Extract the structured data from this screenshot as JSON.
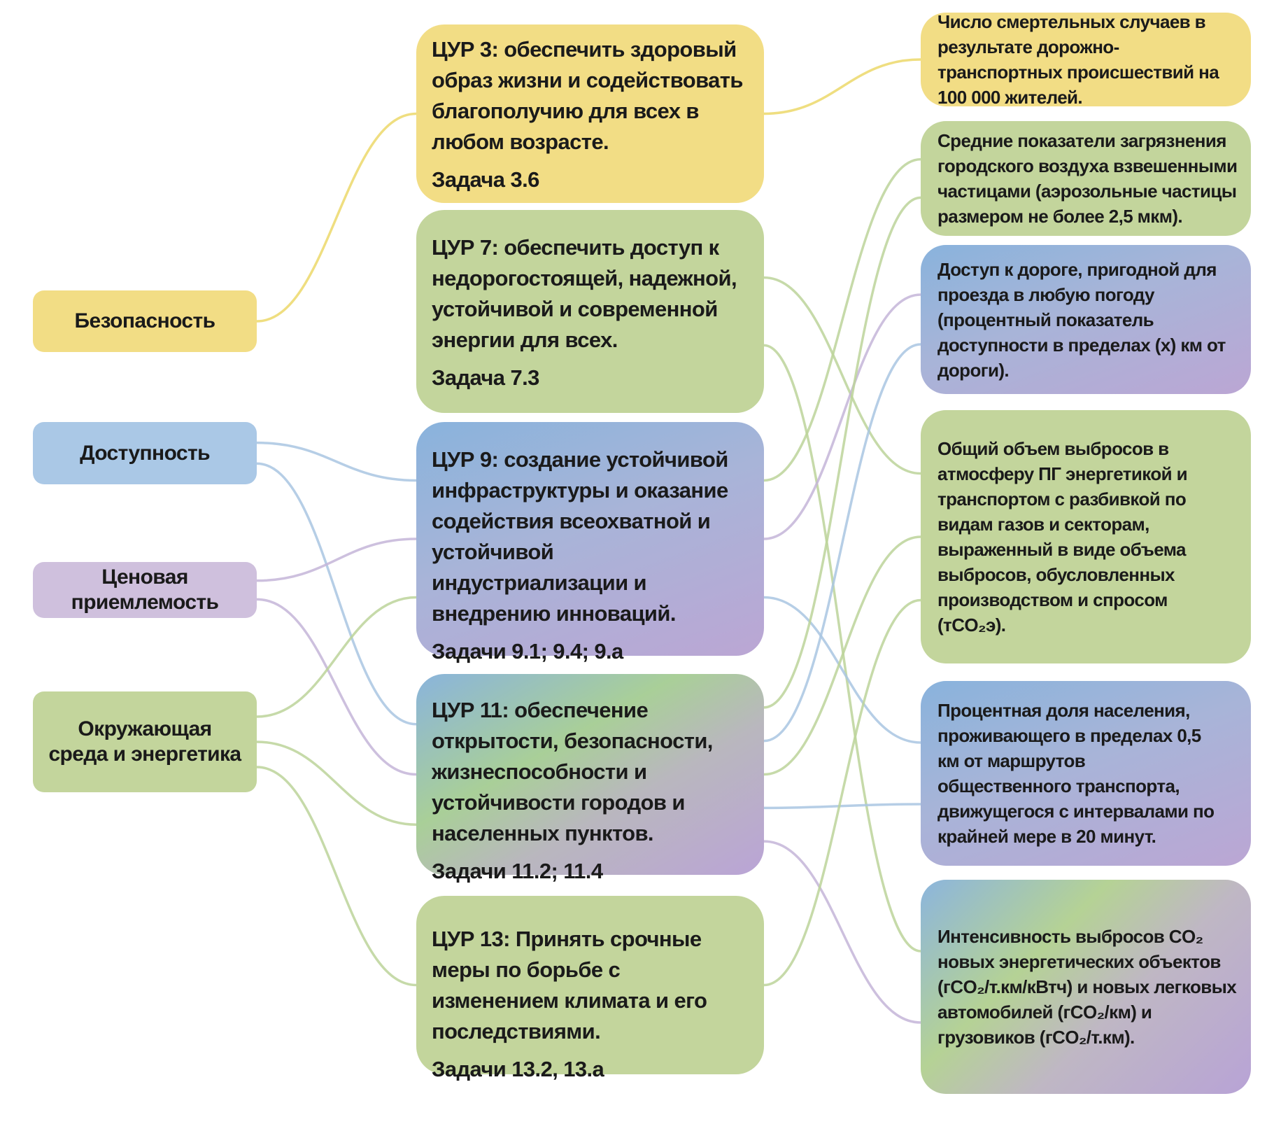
{
  "colors": {
    "yellow": "#f2dd85",
    "green": "#c3d59c",
    "blue": "#aac8e6",
    "purple": "#cfc0dd",
    "line_yellow": "#ecd86a",
    "line_green": "#bcd39a",
    "line_blue": "#a9c6e2",
    "line_purple": "#c4b5d8"
  },
  "criteria": [
    {
      "id": "safety",
      "label": "Безопасность"
    },
    {
      "id": "access",
      "label": "Доступность"
    },
    {
      "id": "price",
      "label": "Ценовая приемлемость"
    },
    {
      "id": "env",
      "label": "Окружающая среда и энергетика"
    }
  ],
  "goals": [
    {
      "id": "sdg3",
      "text": "ЦУР 3: обеспечить здоровый образ жизни и содействовать благополучию для всех в любом возрасте.",
      "task": "Задача 3.6"
    },
    {
      "id": "sdg7",
      "text": "ЦУР 7: обеспечить доступ к недорогостоящей, надежной, устойчивой и современной энергии для всех.",
      "task": "Задача 7.3"
    },
    {
      "id": "sdg9",
      "text": "ЦУР 9: создание устойчивой инфраструктуры и оказание содействия всеохватной и устойчивой индустриализации и внедрению инноваций.",
      "task": "Задачи 9.1; 9.4; 9.a"
    },
    {
      "id": "sdg11",
      "text": "ЦУР 11: обеспечение открытости, безопасности, жизнеспособности и устойчивости городов и населенных пунктов.",
      "task": "Задачи 11.2; 11.4"
    },
    {
      "id": "sdg13",
      "text": "ЦУР 13: Принять срочные меры по борьбе с изменением климата и его последствиями.",
      "task": "Задачи 13.2, 13.a"
    }
  ],
  "indicators": [
    {
      "id": "ind1",
      "text": "Число смертельных случаев в результате дорожно-транспортных происшествий на 100 000 жителей."
    },
    {
      "id": "ind2",
      "text": "Средние показатели загрязнения городского воздуха взвешенными частицами (аэрозольные частицы размером не более 2,5 мкм)."
    },
    {
      "id": "ind3",
      "text": "Доступ к дороге, пригодной для проезда в любую погоду (процентный показатель доступности в пределах (x) км от дороги)."
    },
    {
      "id": "ind4",
      "text": "Общий объем выбросов в атмосферу ПГ энергетикой и транспортом с разбивкой по видам газов и секторам, выраженный в виде объема выбросов, обусловленных производством и спросом (тCO₂э)."
    },
    {
      "id": "ind5",
      "text": "Процентная доля населения, проживающего в пределах 0,5 км от маршрутов общественного транспорта, движущегося с интервалами по крайней мере в 20 минут."
    },
    {
      "id": "ind6",
      "text": "Интенсивность выбросов CO₂ новых энергетических объектов (гCO₂/т.км/кВтч) и новых легковых автомобилей (гCO₂/км) и грузовиков (гCO₂/т.км)."
    }
  ],
  "links": [
    {
      "from": "safety",
      "to": "sdg3",
      "color": "line_yellow"
    },
    {
      "from": "access",
      "to": "sdg9",
      "color": "line_blue"
    },
    {
      "from": "access",
      "to": "sdg11",
      "color": "line_blue"
    },
    {
      "from": "price",
      "to": "sdg9",
      "color": "line_purple"
    },
    {
      "from": "price",
      "to": "sdg11",
      "color": "line_purple"
    },
    {
      "from": "env",
      "to": "sdg9",
      "color": "line_green"
    },
    {
      "from": "env",
      "to": "sdg11",
      "color": "line_green"
    },
    {
      "from": "env",
      "to": "sdg13",
      "color": "line_green"
    },
    {
      "from": "sdg3",
      "to": "ind1",
      "color": "line_yellow"
    },
    {
      "from": "sdg7",
      "to": "ind4",
      "color": "line_green"
    },
    {
      "from": "sdg7",
      "to": "ind6",
      "color": "line_green"
    },
    {
      "from": "sdg9",
      "to": "ind2",
      "color": "line_green"
    },
    {
      "from": "sdg9",
      "to": "ind3",
      "color": "line_purple"
    },
    {
      "from": "sdg9",
      "to": "ind5",
      "color": "line_blue"
    },
    {
      "from": "sdg11",
      "to": "ind2",
      "color": "line_green"
    },
    {
      "from": "sdg11",
      "to": "ind3",
      "color": "line_blue"
    },
    {
      "from": "sdg11",
      "to": "ind4",
      "color": "line_green"
    },
    {
      "from": "sdg11",
      "to": "ind5",
      "color": "line_blue"
    },
    {
      "from": "sdg11",
      "to": "ind6",
      "color": "line_purple"
    },
    {
      "from": "sdg13",
      "to": "ind4",
      "color": "line_green"
    }
  ]
}
